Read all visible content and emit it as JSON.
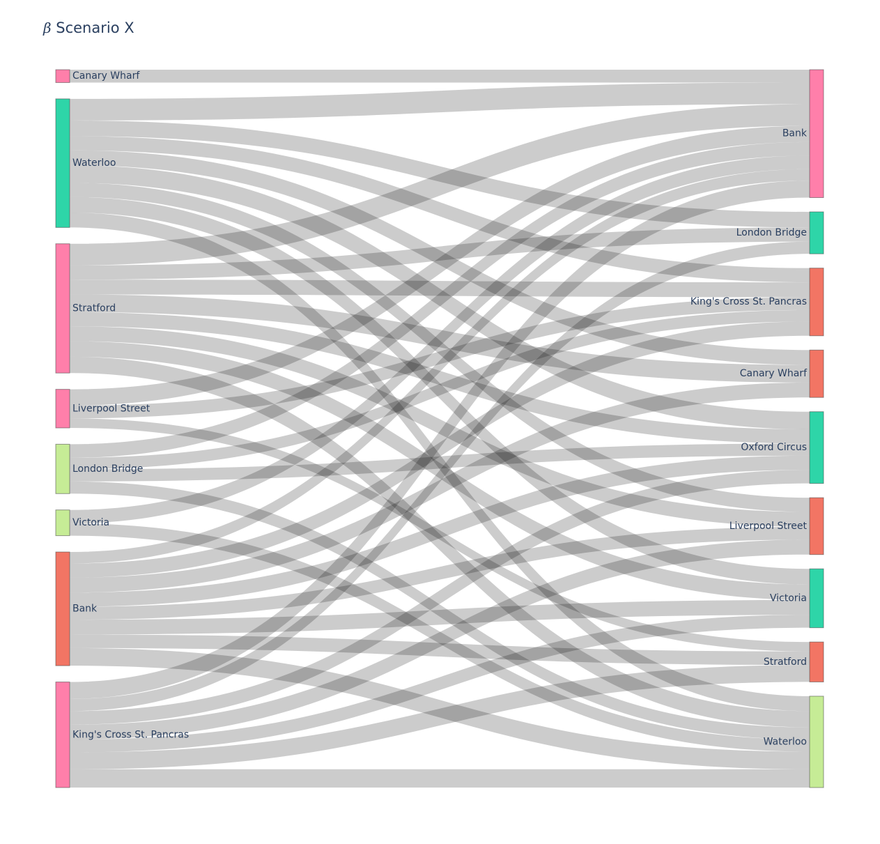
{
  "chart_data": {
    "type": "sankey",
    "title_symbol": "β",
    "title": "Scenario X",
    "sources": [
      {
        "label": "Canary Wharf",
        "color": "#FF7FAA"
      },
      {
        "label": "Waterloo",
        "color": "#2ED5A8"
      },
      {
        "label": "Stratford",
        "color": "#FF7FAA"
      },
      {
        "label": "Liverpool Street",
        "color": "#FF7FAA"
      },
      {
        "label": "London Bridge",
        "color": "#C6EC96"
      },
      {
        "label": "Victoria",
        "color": "#C6EC96"
      },
      {
        "label": "Bank",
        "color": "#F27564"
      },
      {
        "label": "King's Cross St. Pancras",
        "color": "#FF7FAA"
      }
    ],
    "targets": [
      {
        "label": "Bank",
        "color": "#FF7FAA"
      },
      {
        "label": "London Bridge",
        "color": "#2ED5A8"
      },
      {
        "label": "King's Cross St. Pancras",
        "color": "#F27564"
      },
      {
        "label": "Canary Wharf",
        "color": "#F27564"
      },
      {
        "label": "Oxford Circus",
        "color": "#2ED5A8"
      },
      {
        "label": "Liverpool Street",
        "color": "#F27564"
      },
      {
        "label": "Victoria",
        "color": "#2ED5A8"
      },
      {
        "label": "Stratford",
        "color": "#F27564"
      },
      {
        "label": "Waterloo",
        "color": "#C6EC96"
      }
    ],
    "link_color": "rgba(0,0,0,0.2)",
    "links": [
      {
        "source": "Canary Wharf",
        "target": "Bank",
        "value": 19
      },
      {
        "source": "Waterloo",
        "target": "Bank",
        "value": 32
      },
      {
        "source": "Waterloo",
        "target": "London Bridge",
        "value": 23
      },
      {
        "source": "Waterloo",
        "target": "King's Cross St. Pancras",
        "value": 21
      },
      {
        "source": "Waterloo",
        "target": "Canary Wharf",
        "value": 22
      },
      {
        "source": "Waterloo",
        "target": "Oxford Circus",
        "value": 26
      },
      {
        "source": "Waterloo",
        "target": "Liverpool Street",
        "value": 21
      },
      {
        "source": "Waterloo",
        "target": "Victoria",
        "value": 23
      },
      {
        "source": "Waterloo",
        "target": "Waterloo",
        "value": 22
      },
      {
        "source": "Stratford",
        "target": "Bank",
        "value": 32
      },
      {
        "source": "Stratford",
        "target": "London Bridge",
        "value": 21
      },
      {
        "source": "Stratford",
        "target": "King's Cross St. Pancras",
        "value": 22
      },
      {
        "source": "Stratford",
        "target": "Canary Wharf",
        "value": 26
      },
      {
        "source": "Stratford",
        "target": "Oxford Circus",
        "value": 21
      },
      {
        "source": "Stratford",
        "target": "Liverpool Street",
        "value": 22
      },
      {
        "source": "Stratford",
        "target": "Victoria",
        "value": 23
      },
      {
        "source": "Stratford",
        "target": "Waterloo",
        "value": 24
      },
      {
        "source": "Liverpool Street",
        "target": "Bank",
        "value": 24
      },
      {
        "source": "Liverpool Street",
        "target": "King's Cross St. Pancras",
        "value": 19
      },
      {
        "source": "Liverpool Street",
        "target": "Stratford",
        "value": 14
      },
      {
        "source": "London Bridge",
        "target": "Bank",
        "value": 20
      },
      {
        "source": "London Bridge",
        "target": "King's Cross St. Pancras",
        "value": 17
      },
      {
        "source": "London Bridge",
        "target": "Oxford Circus",
        "value": 18
      },
      {
        "source": "London Bridge",
        "target": "Waterloo",
        "value": 18
      },
      {
        "source": "Victoria",
        "target": "Bank",
        "value": 20
      },
      {
        "source": "Victoria",
        "target": "Waterloo",
        "value": 18
      },
      {
        "source": "Bank",
        "target": "Bank",
        "value": 17
      },
      {
        "source": "Bank",
        "target": "King's Cross St. Pancras",
        "value": 21
      },
      {
        "source": "Bank",
        "target": "Canary Wharf",
        "value": 22
      },
      {
        "source": "Bank",
        "target": "Oxford Circus",
        "value": 21
      },
      {
        "source": "Bank",
        "target": "Liverpool Street",
        "value": 19
      },
      {
        "source": "Bank",
        "target": "Victoria",
        "value": 22
      },
      {
        "source": "Bank",
        "target": "Stratford",
        "value": 20
      },
      {
        "source": "Bank",
        "target": "Waterloo",
        "value": 26
      },
      {
        "source": "King's Cross St. Pancras",
        "target": "Bank",
        "value": 25
      },
      {
        "source": "King's Cross St. Pancras",
        "target": "London Bridge",
        "value": 18
      },
      {
        "source": "King's Cross St. Pancras",
        "target": "Oxford Circus",
        "value": 20
      },
      {
        "source": "King's Cross St. Pancras",
        "target": "Liverpool Street",
        "value": 22
      },
      {
        "source": "King's Cross St. Pancras",
        "target": "Victoria",
        "value": 19
      },
      {
        "source": "King's Cross St. Pancras",
        "target": "Stratford",
        "value": 25
      },
      {
        "source": "King's Cross St. Pancras",
        "target": "Waterloo",
        "value": 27
      }
    ]
  }
}
